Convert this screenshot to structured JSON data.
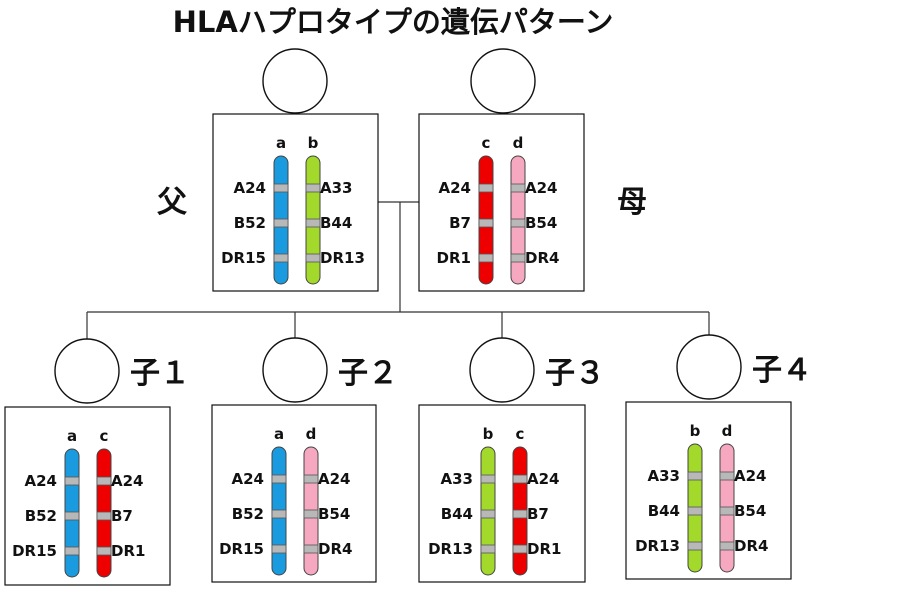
{
  "title": "HLAハプロタイプの遺伝パターン",
  "colors": {
    "a": "#1a9be0",
    "b": "#a3d92b",
    "c": "#ee0000",
    "d": "#f5a8bf",
    "band": "#b8b8b8"
  },
  "parents": [
    {
      "label": "父",
      "left": {
        "hap": "a",
        "loci": [
          "A24",
          "B52",
          "DR15"
        ]
      },
      "right": {
        "hap": "b",
        "loci": [
          "A33",
          "B44",
          "DR13"
        ]
      }
    },
    {
      "label": "母",
      "left": {
        "hap": "c",
        "loci": [
          "A24",
          "B7",
          "DR1"
        ]
      },
      "right": {
        "hap": "d",
        "loci": [
          "A24",
          "B54",
          "DR4"
        ]
      }
    }
  ],
  "children": [
    {
      "label": "子１",
      "left": {
        "hap": "a",
        "loci": [
          "A24",
          "B52",
          "DR15"
        ]
      },
      "right": {
        "hap": "c",
        "loci": [
          "A24",
          "B7",
          "DR1"
        ]
      }
    },
    {
      "label": "子２",
      "left": {
        "hap": "a",
        "loci": [
          "A24",
          "B52",
          "DR15"
        ]
      },
      "right": {
        "hap": "d",
        "loci": [
          "A24",
          "B54",
          "DR4"
        ]
      }
    },
    {
      "label": "子３",
      "left": {
        "hap": "b",
        "loci": [
          "A33",
          "B44",
          "DR13"
        ]
      },
      "right": {
        "hap": "c",
        "loci": [
          "A24",
          "B7",
          "DR1"
        ]
      }
    },
    {
      "label": "子４",
      "left": {
        "hap": "b",
        "loci": [
          "A33",
          "B44",
          "DR13"
        ]
      },
      "right": {
        "hap": "d",
        "loci": [
          "A24",
          "B54",
          "DR4"
        ]
      }
    }
  ]
}
